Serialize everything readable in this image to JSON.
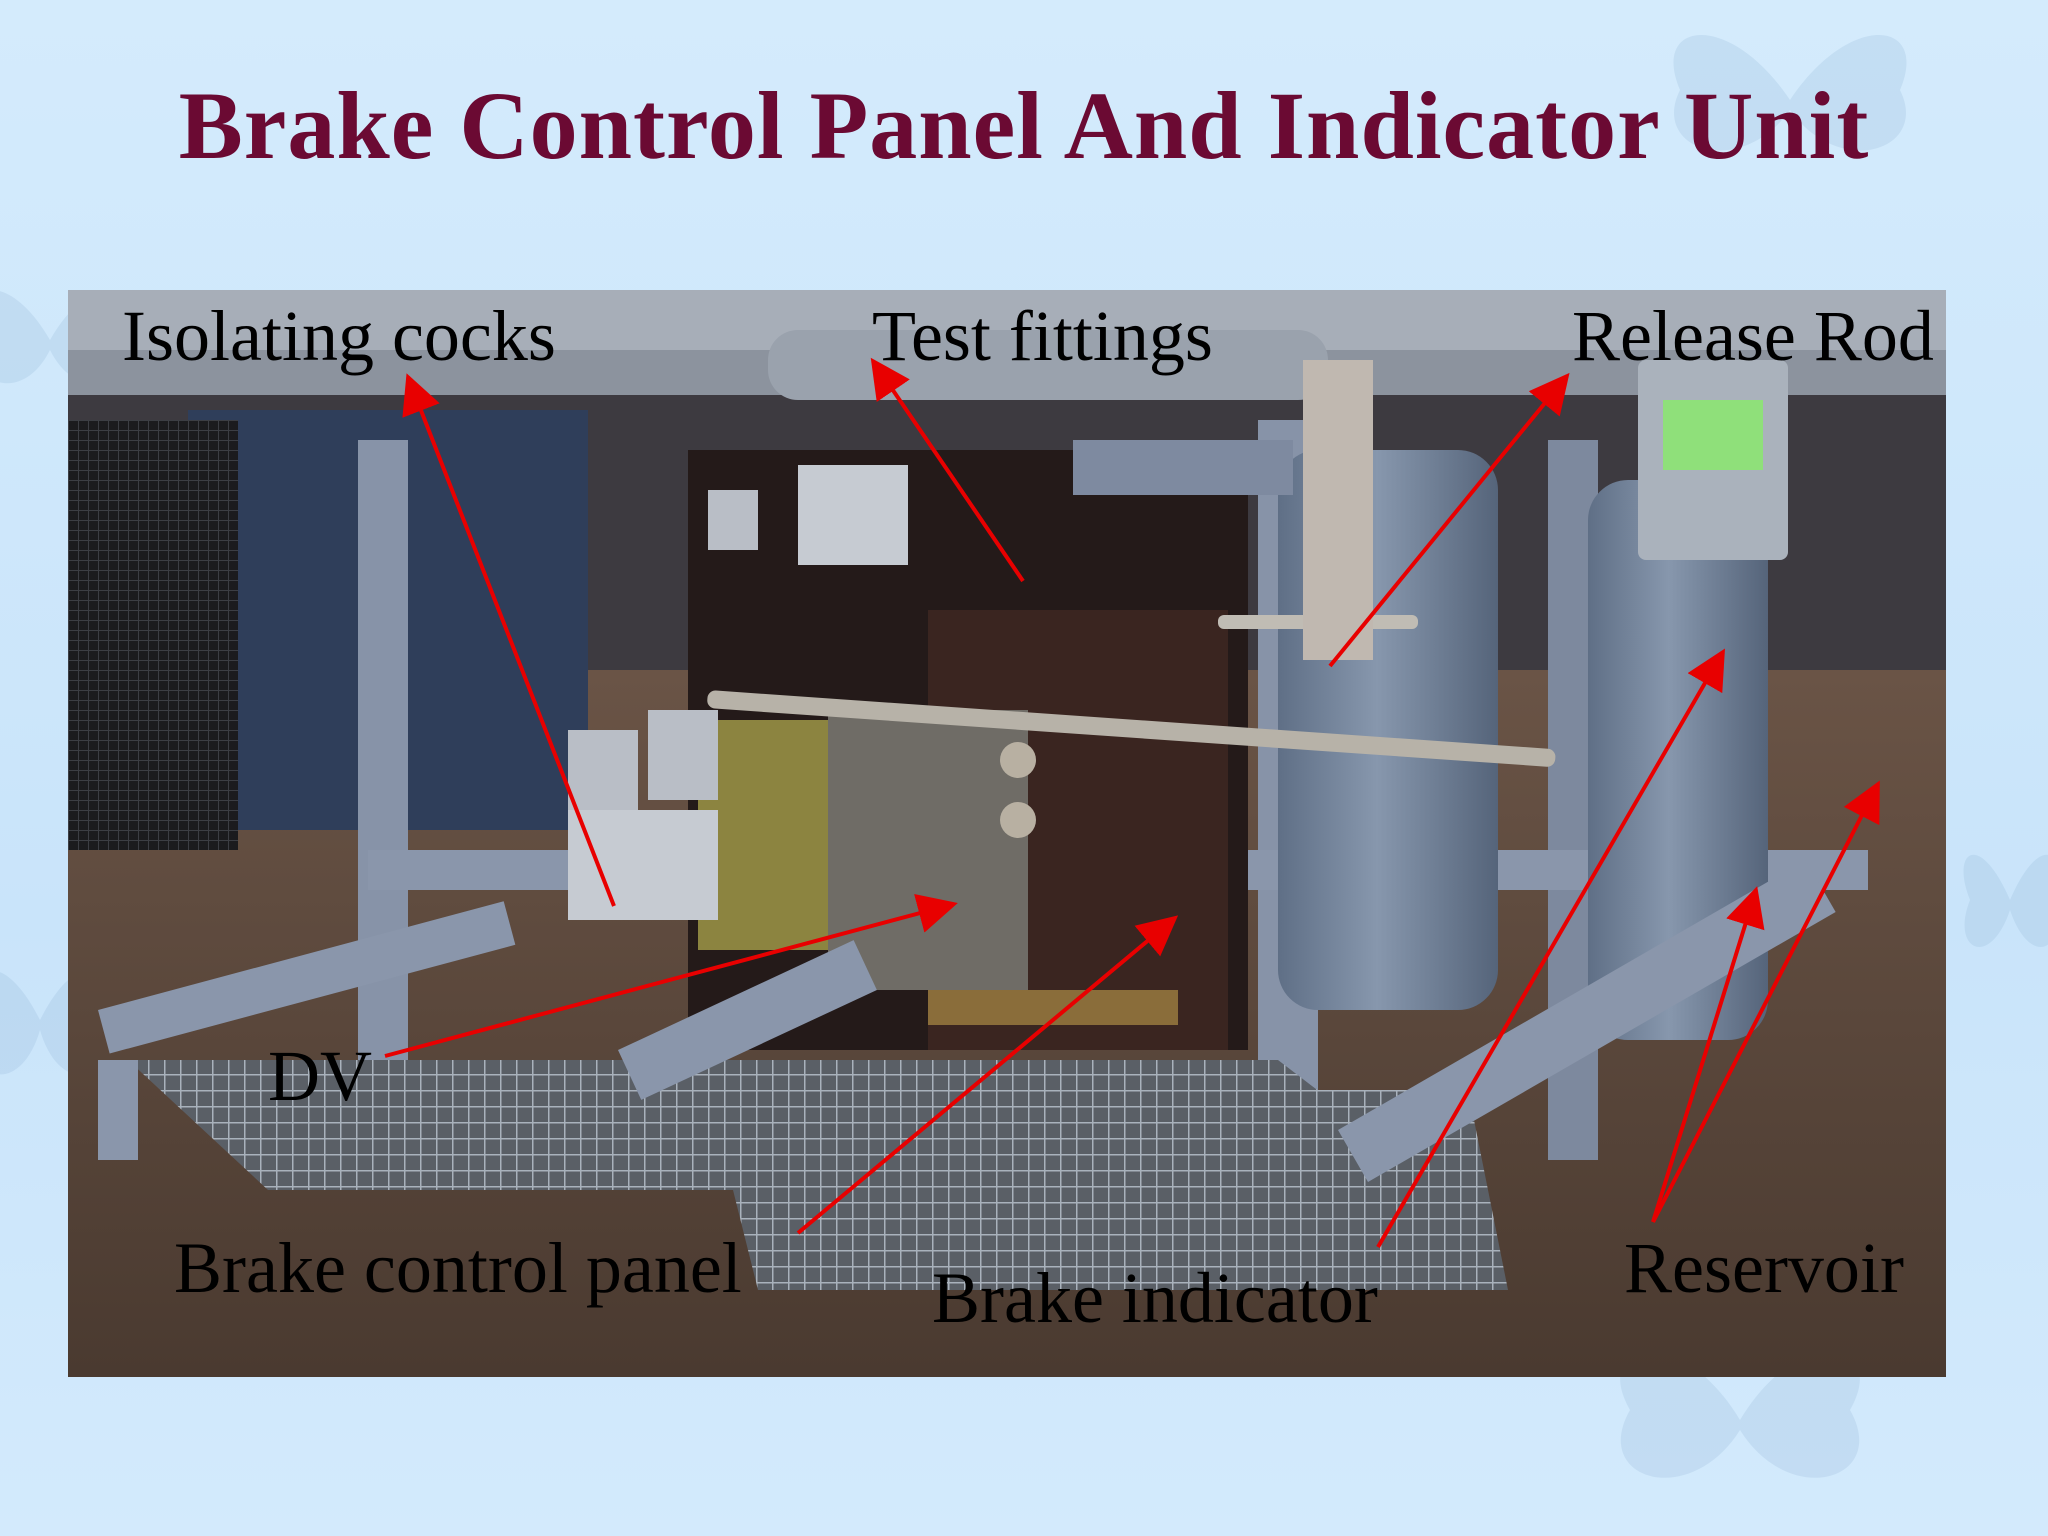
{
  "slide": {
    "title": "Brake Control Panel And Indicator Unit",
    "background_color": "#cfe6fb",
    "title_color": "#6b0a33",
    "arrow_color": "#e80000"
  },
  "photo": {
    "labels": {
      "isolating_cocks": "Isolating cocks",
      "test_fittings": "Test fittings",
      "release_rod": "Release Rod",
      "dv": "DV",
      "brake_control_panel": "Brake control panel",
      "brake_indicator": "Brake indicator",
      "reservoir": "Reservoir"
    }
  }
}
